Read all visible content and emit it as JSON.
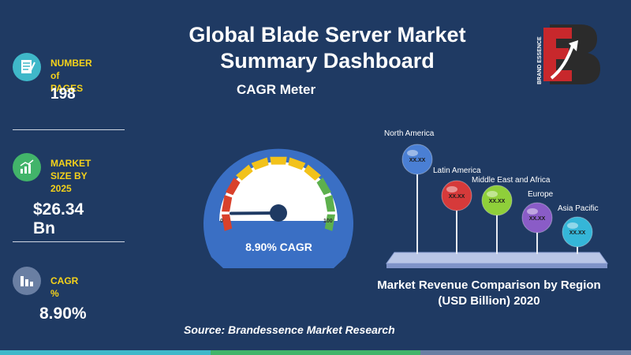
{
  "title": "Global Blade Server Market Summary Dashboard",
  "cagr_meter_title": "CAGR Meter",
  "stats": {
    "pages": {
      "label_line1": "NUMBER of",
      "label_line2": "PAGES",
      "value": "198",
      "icon": "document-icon",
      "icon_color": "#3fb8c9"
    },
    "market_size": {
      "label_line1": "MARKET",
      "label_line2": "SIZE BY 2025",
      "value": "$26.34 Bn",
      "icon": "growth-chart-icon",
      "icon_color": "#42b46a"
    },
    "cagr": {
      "label": "CAGR %",
      "value": "8.90%",
      "icon": "bar-chart-icon",
      "icon_color": "#6a7fa3"
    }
  },
  "gauge": {
    "min_label": "0",
    "max_label": "100",
    "caption": "8.90%  CAGR",
    "value_percent": 8.9,
    "colors": {
      "body": "#3a6fc4",
      "face": "#ffffff",
      "red": "#d9412b",
      "yellow": "#f2c21b",
      "green": "#5db04d",
      "needle": "#1f3a63"
    }
  },
  "regions": [
    {
      "name": "North America",
      "value": "XX.XX",
      "color": "#4a7fd4"
    },
    {
      "name": "Latin America",
      "value": "XX.XX",
      "color": "#d63a3a"
    },
    {
      "name": "Middle East and Africa",
      "value": "XX.XX",
      "color": "#8fcf3a"
    },
    {
      "name": "Europe",
      "value": "XX.XX",
      "color": "#8a5cc7"
    },
    {
      "name": "Asia Pacific",
      "value": "XX.XX",
      "color": "#35b6d8"
    }
  ],
  "chart_caption_line1": "Market Revenue Comparison by Region",
  "chart_caption_line2": "(USD Billion) 2020",
  "source": "Source: Brandessence Market Research",
  "logo": {
    "text": "BRAND ESSENCE",
    "colors": [
      "#c8282c",
      "#2b2b2b"
    ]
  },
  "bottom_bar_colors": [
    "#3fb8c9",
    "#42b46a",
    "#6a7fa3"
  ]
}
